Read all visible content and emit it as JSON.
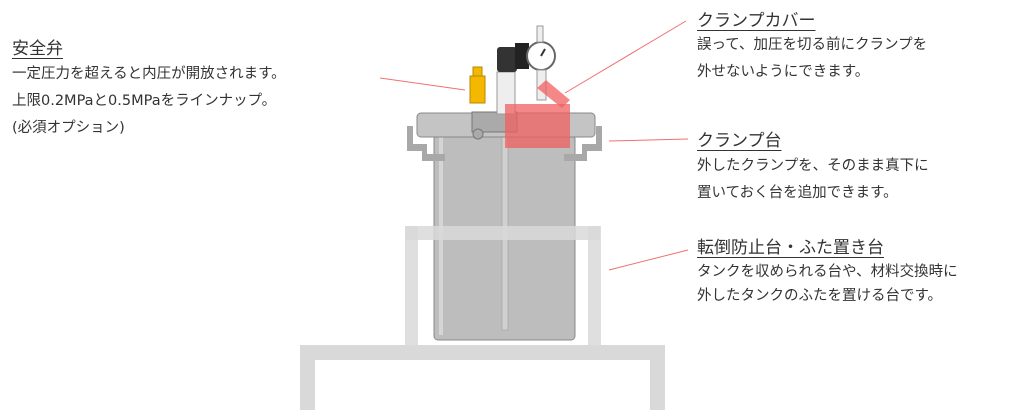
{
  "safety_valve": {
    "title": "安全弁",
    "lines": [
      "一定圧力を超えると内圧が開放されます。",
      "上限0.2MPaと0.5MPaをラインナップ。",
      "(必須オプション)"
    ]
  },
  "clamp_cover": {
    "title": "クランプカバー",
    "lines": [
      "誤って、加圧を切る前にクランプを",
      "外せないようにできます。"
    ]
  },
  "clamp_stand": {
    "title": "クランプ台",
    "lines": [
      "外したクランプを、そのまま真下に",
      "置いておく台を追加できます。"
    ]
  },
  "anti_tip_stand": {
    "title": "転倒防止台・ふた置き台",
    "lines": [
      "タンクを収められる台や、材料交換時に",
      "外したタンクのふたを置ける台です。"
    ]
  },
  "colors": {
    "leader": "#f07070",
    "highlight": "#f06060",
    "frame": "#d9d9d9",
    "tank": "#bdbdbd",
    "valve": "#f5b800"
  }
}
